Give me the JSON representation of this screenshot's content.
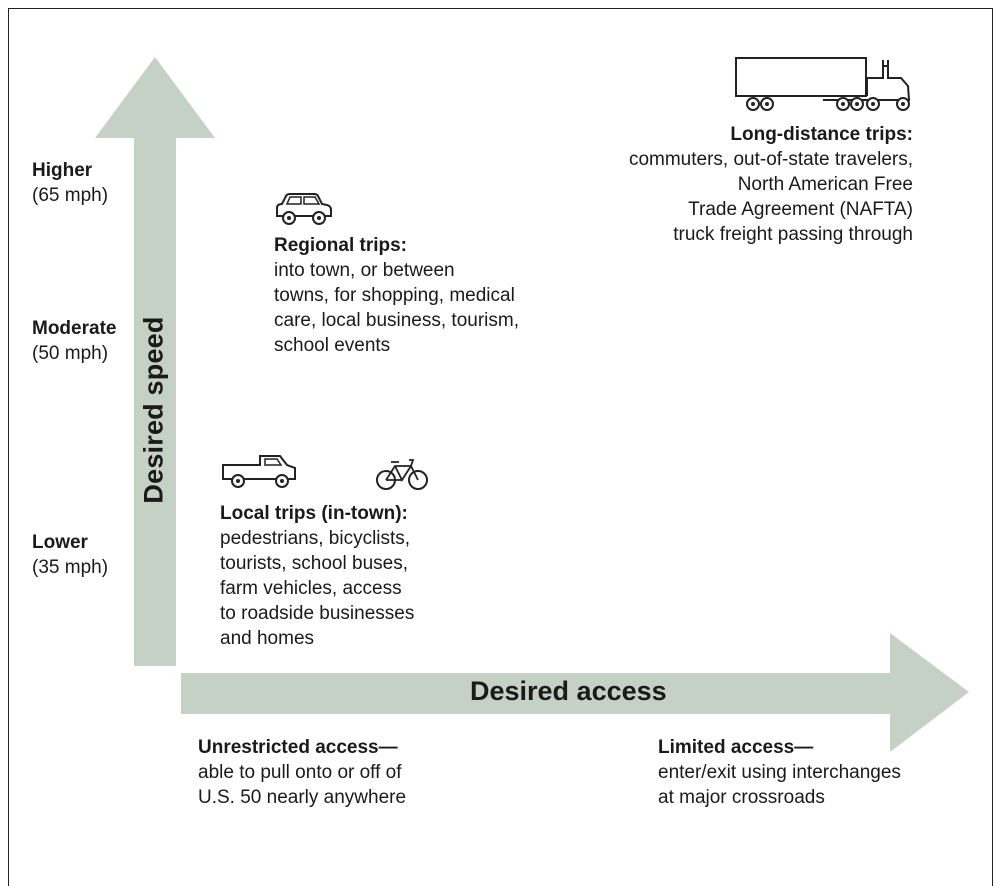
{
  "colors": {
    "arrow_fill": "#c5d1c5",
    "frame": "#222222",
    "text": "#1a1a1a"
  },
  "y_axis": {
    "label": "Desired speed",
    "levels": [
      {
        "name": "Higher",
        "speed": "(65 mph)"
      },
      {
        "name": "Moderate",
        "speed": "(50 mph)"
      },
      {
        "name": "Lower",
        "speed": "(35 mph)"
      }
    ]
  },
  "x_axis": {
    "label": "Desired access",
    "ends": [
      {
        "title": "Unrestricted access—",
        "lines": [
          "able to pull onto or off of",
          "U.S. 50 nearly anywhere"
        ]
      },
      {
        "title": "Limited access—",
        "lines": [
          "enter/exit using interchanges",
          "at major crossroads"
        ]
      }
    ]
  },
  "trip_types": [
    {
      "title": "Local trips (in-town):",
      "icons": [
        "pickup-truck-icon",
        "bicycle-icon"
      ],
      "lines": [
        "pedestrians, bicyclists,",
        "tourists, school buses,",
        "farm vehicles, access",
        "to roadside businesses",
        "and homes"
      ]
    },
    {
      "title": "Regional trips:",
      "icons": [
        "car-icon"
      ],
      "lines": [
        "into town, or between",
        "towns, for shopping, medical",
        "care, local business, tourism,",
        "school events"
      ]
    },
    {
      "title": "Long-distance trips:",
      "icons": [
        "semi-truck-icon"
      ],
      "lines": [
        "commuters, out-of-state travelers,",
        "North American Free",
        "Trade Agreement (NAFTA)",
        "truck freight passing through"
      ]
    }
  ]
}
